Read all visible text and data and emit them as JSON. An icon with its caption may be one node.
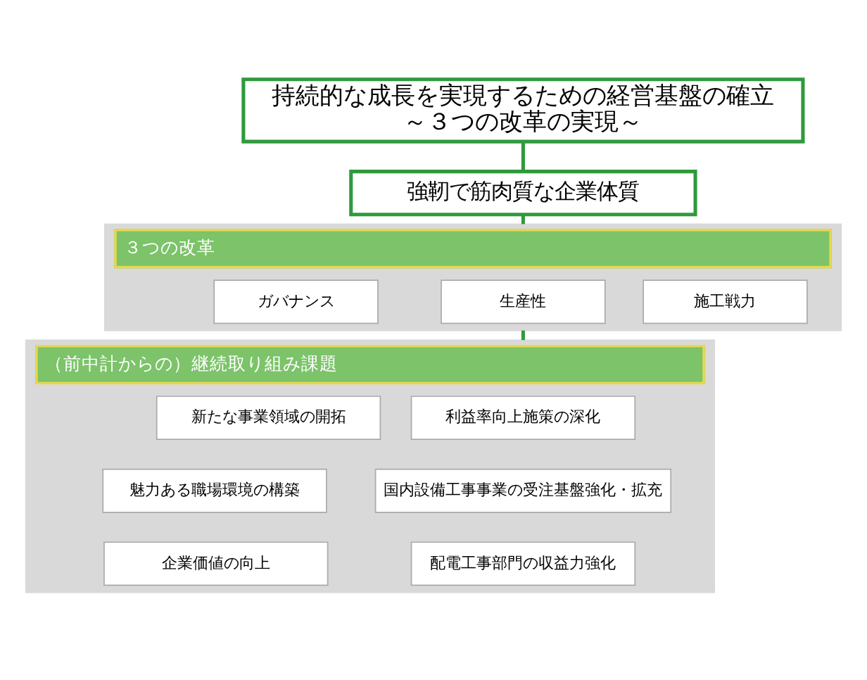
{
  "diagram": {
    "nodes": [
      {
        "text": [
          "持続的な成長を実現するための経営基盤の確立",
          "～３つの改革の実現～"
        ]
      },
      {
        "text": [
          "強靭で筋肉質な企業体質"
        ]
      },
      {
        "text": [
          "３つの改革"
        ]
      },
      {
        "text": [
          "施工戦力"
        ],
        "in": 2
      },
      {
        "text": [
          "生産性"
        ],
        "in": 2
      },
      {
        "text": [
          "ガバナンス"
        ],
        "in": 2
      },
      {
        "text": [
          "（前中計からの）継続取り組み課題"
        ]
      },
      {
        "text": [
          "利益率向上施策の深化"
        ],
        "in": 6
      },
      {
        "text": [
          "新たな事業領域の開拓"
        ],
        "in": 6
      },
      {
        "text": [
          "国内設備工事事業の受注基盤強化・拡充"
        ],
        "in": 6
      },
      {
        "text": [
          "魅力ある職場環境の構築"
        ],
        "in": 6
      },
      {
        "text": [
          "配電工事部門の収益力強化"
        ],
        "in": 6
      },
      {
        "text": [
          "企業価値の向上"
        ],
        "in": 6
      }
    ],
    "edges": [
      {
        "from": 0,
        "to": 1,
        "arrow": "none"
      },
      {
        "from": 1,
        "to": 2,
        "arrow": "none"
      },
      {
        "from": 2,
        "to": 6,
        "arrow": "none"
      }
    ]
  }
}
